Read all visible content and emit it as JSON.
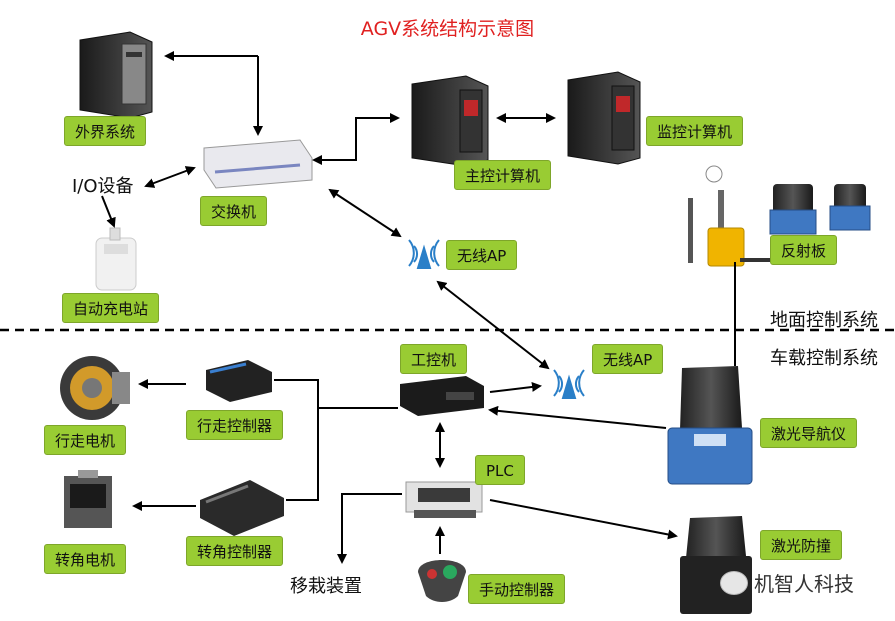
{
  "title": "AGV系统结构示意图",
  "labels": {
    "external_system": "外界系统",
    "switch": "交换机",
    "main_computer": "主控计算机",
    "monitor_computer": "监控计算机",
    "io_device": "I/O设备",
    "auto_charging": "自动充电站",
    "wireless_ap_1": "无线AP",
    "reflector": "反射板",
    "ground_system": "地面控制系统",
    "vehicle_system": "车载控制系统",
    "industrial_pc": "工控机",
    "wireless_ap_2": "无线AP",
    "drive_motor": "行走电机",
    "drive_controller": "行走控制器",
    "plc": "PLC",
    "laser_nav": "激光导航仪",
    "steering_motor": "转角电机",
    "steering_controller": "转角控制器",
    "transfer_device": "移栽装置",
    "manual_controller": "手动控制器",
    "laser_anticollision": "激光防撞"
  },
  "watermark": "机智人科技",
  "colors": {
    "label_bg": "#99cc33",
    "title": "#e02020",
    "wireless": "#2a7fc8"
  }
}
